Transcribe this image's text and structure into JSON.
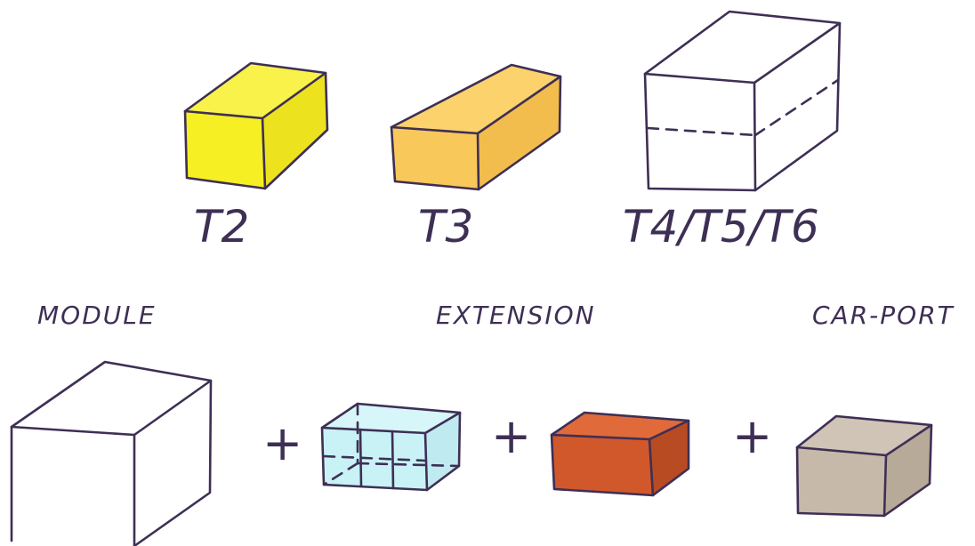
{
  "top_row": {
    "labels": [
      "T2",
      "T3",
      "T4/T5/T6"
    ]
  },
  "bottom_row": {
    "labels": [
      "MODULE",
      "EXTENSION",
      "CAR-PORT"
    ],
    "plus_sign": "+"
  },
  "colors": {
    "ink": "#3e2f55",
    "t2_fill": "#f6ef23",
    "t3_fill": "#f9c85a",
    "extension_fill": "#c9f2f6",
    "orange_box_fill": "#d1582a",
    "carport_fill": "#c6b9aa",
    "background": "#ffffff"
  }
}
